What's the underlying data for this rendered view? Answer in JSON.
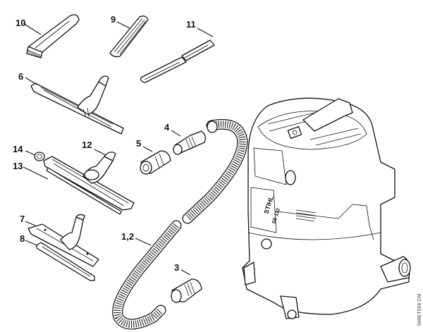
{
  "diagram": {
    "type": "exploded parts illustration",
    "subject": "wet/dry vacuum cleaner accessories",
    "brand_label": "STIHL",
    "model_label": "SE 122",
    "reference_code": "649ET004 GM",
    "callouts": [
      {
        "id": "10",
        "label": "10",
        "part": "upholstery brush nozzle"
      },
      {
        "id": "9",
        "label": "9",
        "part": "crevice nozzle"
      },
      {
        "id": "11",
        "label": "11",
        "part": "extension tubes"
      },
      {
        "id": "6",
        "label": "6",
        "part": "floor nozzle"
      },
      {
        "id": "14",
        "label": "14",
        "part": "wheel"
      },
      {
        "id": "12",
        "label": "12",
        "part": "wet/dry floor nozzle"
      },
      {
        "id": "13",
        "label": "13",
        "part": "squeegee strip"
      },
      {
        "id": "5",
        "label": "5",
        "part": "adapter"
      },
      {
        "id": "4",
        "label": "4",
        "part": "adapter"
      },
      {
        "id": "7",
        "label": "7",
        "part": "floor nozzle"
      },
      {
        "id": "8",
        "label": "8",
        "part": "insert strip"
      },
      {
        "id": "1,2",
        "label": "1,2",
        "part": "suction hose"
      },
      {
        "id": "3",
        "label": "3",
        "part": "hose connector"
      }
    ]
  }
}
